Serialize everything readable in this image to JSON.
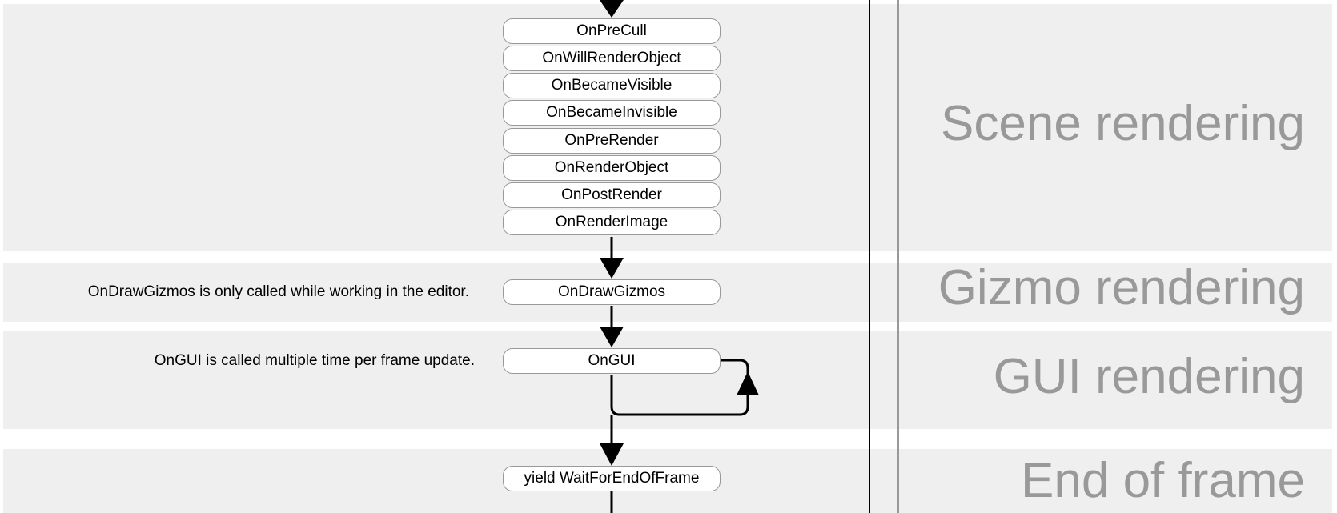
{
  "bands": [
    {
      "name": "scene",
      "label": "Scene rendering"
    },
    {
      "name": "gizmo",
      "label": "Gizmo rendering"
    },
    {
      "name": "gui",
      "label": "GUI rendering"
    },
    {
      "name": "end",
      "label": "End of frame"
    }
  ],
  "nodes": {
    "on_pre_cull": "OnPreCull",
    "on_will_render_object": "OnWillRenderObject",
    "on_became_visible": "OnBecameVisible",
    "on_became_invisible": "OnBecameInvisible",
    "on_pre_render": "OnPreRender",
    "on_render_object": "OnRenderObject",
    "on_post_render": "OnPostRender",
    "on_render_image": "OnRenderImage",
    "on_draw_gizmos": "OnDrawGizmos",
    "on_gui": "OnGUI",
    "yield_wait_for_end_of_frame": "yield WaitForEndOfFrame"
  },
  "notes": {
    "gizmos": "OnDrawGizmos is only called while working in the editor.",
    "gui": "OnGUI is called multiple time per frame update."
  },
  "colors": {
    "band_bg": "#efefef",
    "phase_label": "#999999",
    "node_border": "#999999",
    "arrow": "#000000"
  }
}
